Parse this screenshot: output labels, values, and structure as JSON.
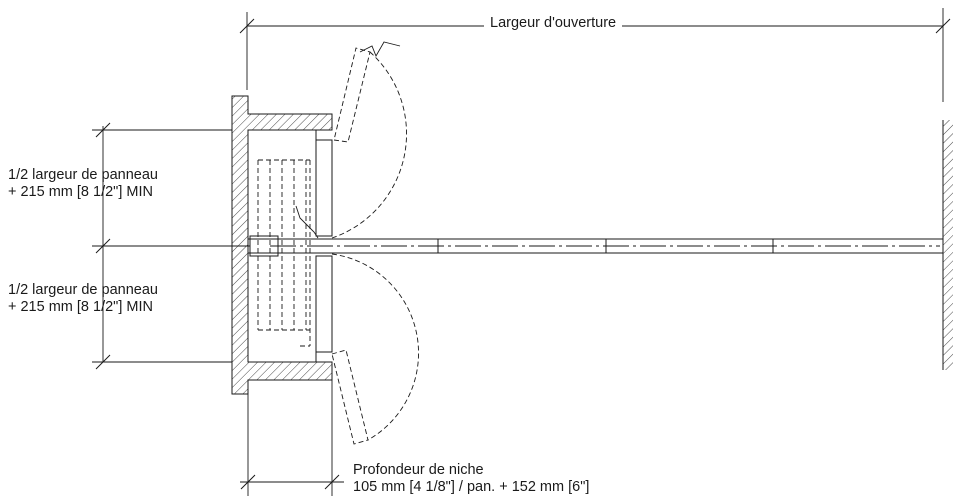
{
  "labels": {
    "opening_width": "Largeur d'ouverture",
    "half_panel_top_line1": "1/2 largeur de panneau",
    "half_panel_top_line2": "+ 215 mm [8 1/2\"] MIN",
    "half_panel_bottom_line1": "1/2 largeur de panneau",
    "half_panel_bottom_line2": "+ 215 mm [8 1/2\"] MIN",
    "niche_depth_line1": "Profondeur de niche",
    "niche_depth_line2": "105 mm [4 1/8\"] / pan. + 152 mm [6\"]"
  }
}
